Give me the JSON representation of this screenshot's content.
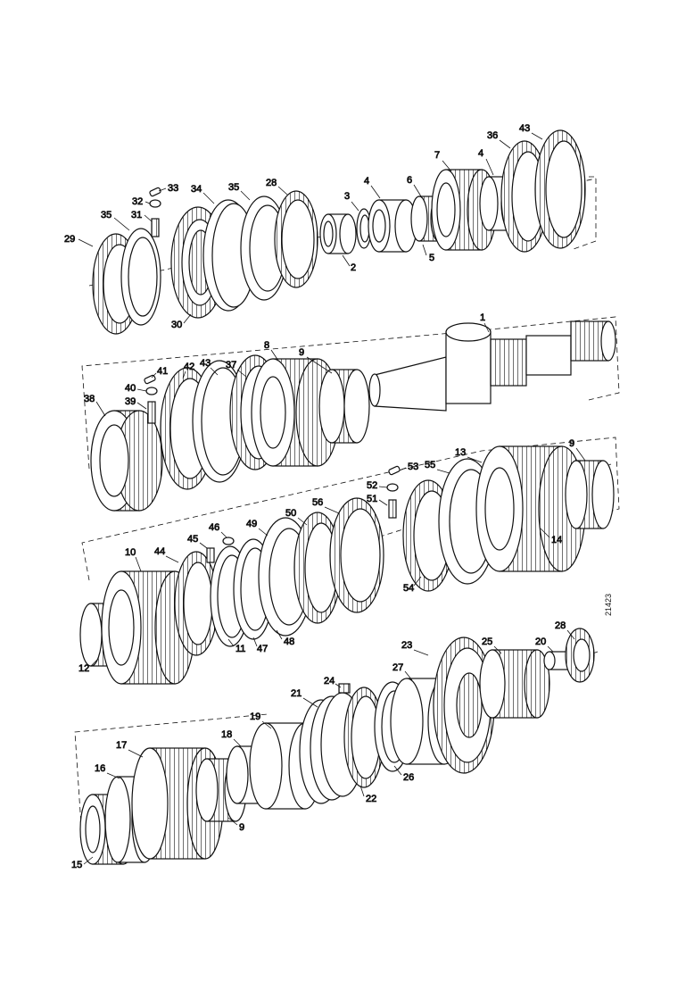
{
  "figure": {
    "reference_number": "21423"
  },
  "colors": {
    "ink": "#111111",
    "paper": "#ffffff",
    "shade": "#e6e6e6"
  },
  "row1": {
    "callouts": [
      {
        "id": "29",
        "label": "29"
      },
      {
        "id": "35a",
        "label": "35"
      },
      {
        "id": "31",
        "label": "31"
      },
      {
        "id": "32",
        "label": "32"
      },
      {
        "id": "33",
        "label": "33"
      },
      {
        "id": "34",
        "label": "34"
      },
      {
        "id": "35b",
        "label": "35"
      },
      {
        "id": "28",
        "label": "28"
      },
      {
        "id": "30",
        "label": "30"
      },
      {
        "id": "3",
        "label": "3"
      },
      {
        "id": "4a",
        "label": "4"
      },
      {
        "id": "2",
        "label": "2"
      },
      {
        "id": "6",
        "label": "6"
      },
      {
        "id": "5",
        "label": "5"
      },
      {
        "id": "7",
        "label": "7"
      },
      {
        "id": "4b",
        "label": "4"
      },
      {
        "id": "36",
        "label": "36"
      },
      {
        "id": "43",
        "label": "43"
      }
    ]
  },
  "row2": {
    "callouts": [
      {
        "id": "38",
        "label": "38"
      },
      {
        "id": "39",
        "label": "39"
      },
      {
        "id": "40",
        "label": "40"
      },
      {
        "id": "41",
        "label": "41"
      },
      {
        "id": "42",
        "label": "42"
      },
      {
        "id": "43",
        "label": "43"
      },
      {
        "id": "37",
        "label": "37"
      },
      {
        "id": "8",
        "label": "8"
      },
      {
        "id": "9",
        "label": "9"
      },
      {
        "id": "1",
        "label": "1"
      }
    ]
  },
  "row3": {
    "callouts": [
      {
        "id": "10",
        "label": "10"
      },
      {
        "id": "44",
        "label": "44"
      },
      {
        "id": "45",
        "label": "45"
      },
      {
        "id": "46",
        "label": "46"
      },
      {
        "id": "49",
        "label": "49"
      },
      {
        "id": "50",
        "label": "50"
      },
      {
        "id": "56",
        "label": "56"
      },
      {
        "id": "52",
        "label": "52"
      },
      {
        "id": "53",
        "label": "53"
      },
      {
        "id": "51",
        "label": "51"
      },
      {
        "id": "55",
        "label": "55"
      },
      {
        "id": "13",
        "label": "13"
      },
      {
        "id": "9",
        "label": "9"
      },
      {
        "id": "14",
        "label": "14"
      },
      {
        "id": "54",
        "label": "54"
      },
      {
        "id": "12",
        "label": "12"
      },
      {
        "id": "11",
        "label": "11"
      },
      {
        "id": "47",
        "label": "47"
      },
      {
        "id": "48",
        "label": "48"
      }
    ]
  },
  "row4": {
    "callouts": [
      {
        "id": "23",
        "label": "23"
      },
      {
        "id": "28",
        "label": "28"
      },
      {
        "id": "25",
        "label": "25"
      },
      {
        "id": "20",
        "label": "20"
      },
      {
        "id": "27",
        "label": "27"
      },
      {
        "id": "24",
        "label": "24"
      },
      {
        "id": "21",
        "label": "21"
      },
      {
        "id": "19",
        "label": "19"
      },
      {
        "id": "18",
        "label": "18"
      },
      {
        "id": "17",
        "label": "17"
      },
      {
        "id": "16",
        "label": "16"
      },
      {
        "id": "26",
        "label": "26"
      },
      {
        "id": "22",
        "label": "22"
      },
      {
        "id": "9",
        "label": "9"
      },
      {
        "id": "15",
        "label": "15"
      }
    ]
  }
}
